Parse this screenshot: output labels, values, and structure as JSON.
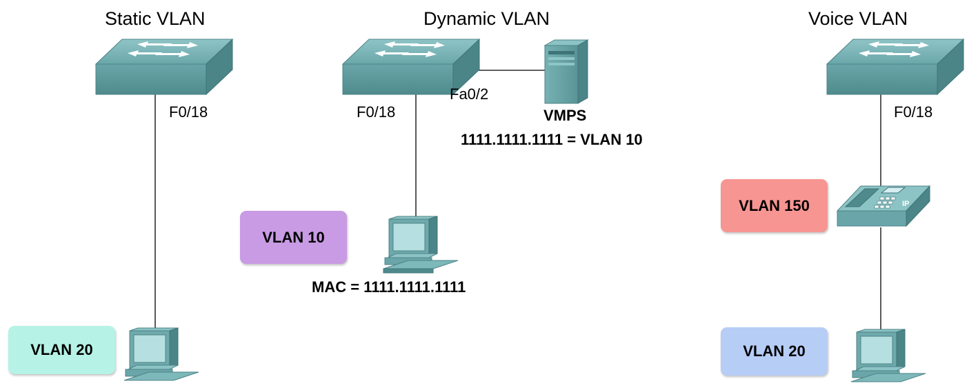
{
  "sections": {
    "static": {
      "title": "Static VLAN",
      "port": "F0/18"
    },
    "dynamic": {
      "title": "Dynamic VLAN",
      "port": "F0/18",
      "server_port": "Fa0/2",
      "server_label": "VMPS",
      "mapping": "1111.1111.1111 = VLAN 10",
      "pc_mac": "MAC = 1111.1111.1111"
    },
    "voice": {
      "title": "Voice VLAN",
      "port": "F0/18"
    }
  },
  "badges": {
    "static_vlan": "VLAN 20",
    "dynamic_vlan": "VLAN 10",
    "voice_phone_vlan": "VLAN 150",
    "voice_pc_vlan": "VLAN 20"
  },
  "phone_label": "IP",
  "icons": {
    "switch": "switch-icon",
    "server": "server-icon",
    "pc": "pc-icon",
    "phone": "ip-phone-icon"
  },
  "colors": {
    "static_vlan_badge": "#b6f2e6",
    "dynamic_vlan_badge": "#c99be4",
    "voice_phone_vlan_badge": "#f79592",
    "voice_pc_vlan_badge": "#b6cdf6",
    "device_teal": "#5f9ea0"
  }
}
